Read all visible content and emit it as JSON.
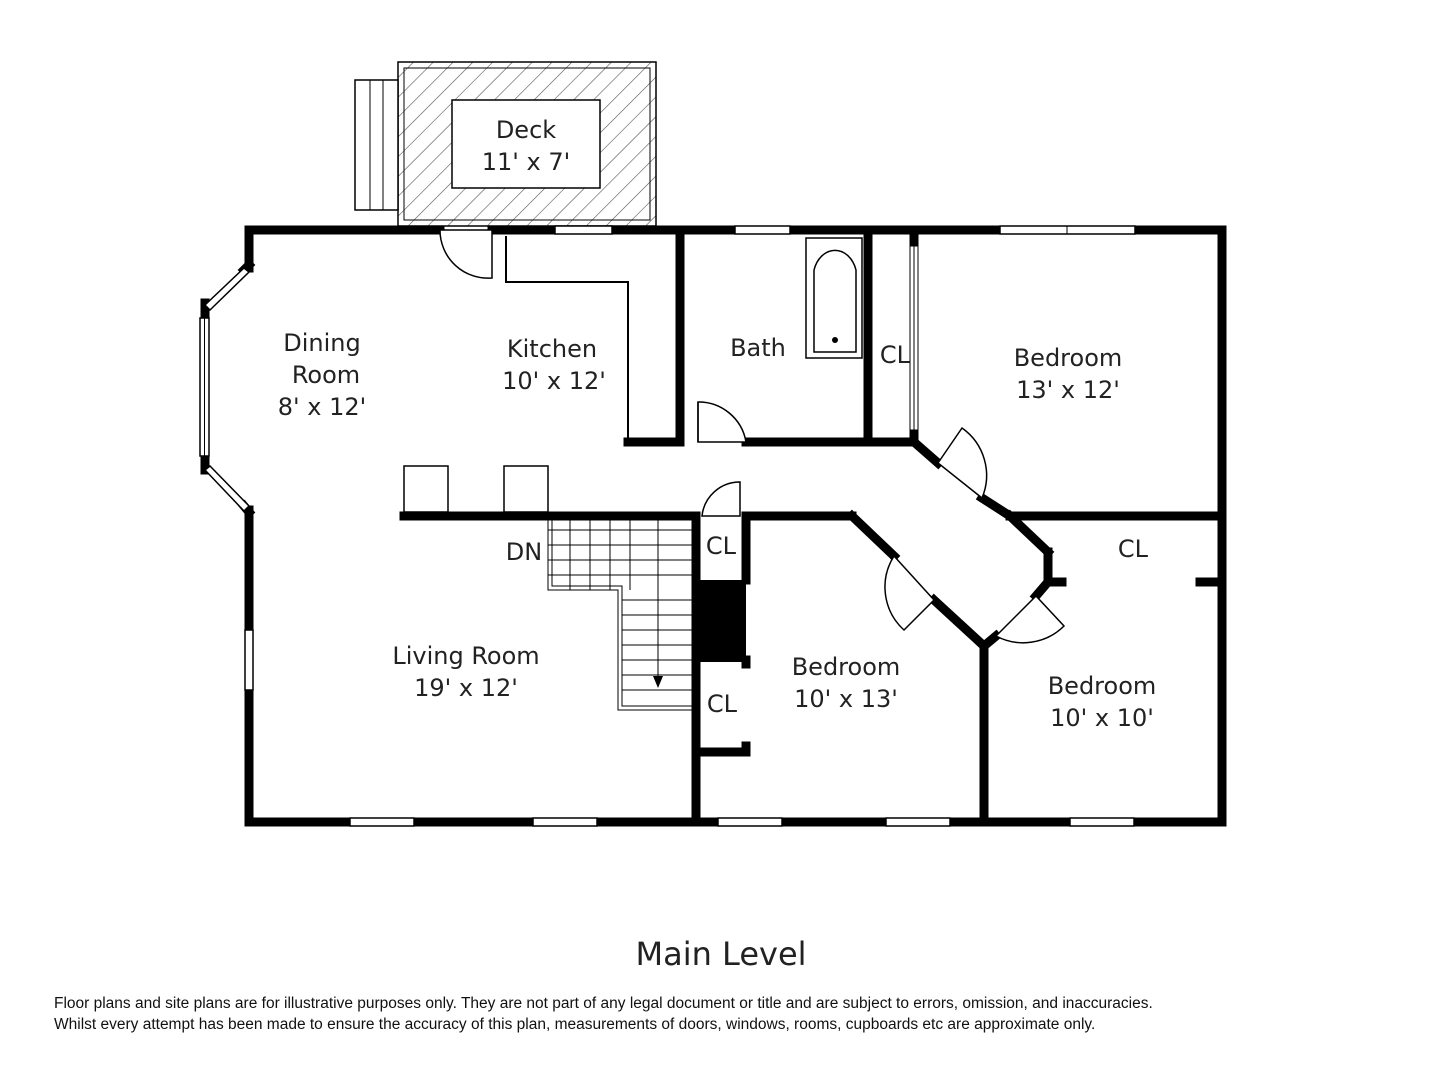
{
  "rooms": {
    "deck": {
      "name": "Deck",
      "dims": "11' x 7'"
    },
    "dining": {
      "line1": "Dining",
      "line2": "Room",
      "dims": "8' x 12'"
    },
    "kitchen": {
      "name": "Kitchen",
      "dims": "10' x 12'"
    },
    "bath": {
      "name": "Bath"
    },
    "bedroom_ne": {
      "name": "Bedroom",
      "dims": "13' x 12'"
    },
    "living": {
      "name": "Living Room",
      "dims": "19' x 12'"
    },
    "bedroom_mid": {
      "name": "Bedroom",
      "dims": "10' x 13'"
    },
    "bedroom_se": {
      "name": "Bedroom",
      "dims": "10' x 10'"
    }
  },
  "labels": {
    "closet": "CL",
    "stairs_down": "DN"
  },
  "level_title": "Main Level",
  "disclaimer": {
    "line1": "Floor plans and site plans are for illustrative purposes only. They are not part of any legal document or title and are subject to errors, omission, and inaccuracies.",
    "line2": "Whilst every attempt has been made to ensure the accuracy of this plan, measurements of doors, windows, rooms, cupboards etc are approximate only."
  }
}
